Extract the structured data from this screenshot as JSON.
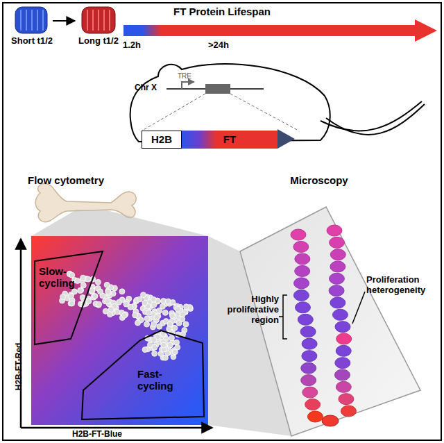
{
  "diagram": {
    "nodes": [
      {
        "text": [
          "H2B"
        ]
      },
      {
        "text": [
          "FT"
        ]
      },
      {
        "text": [
          "Slow-cycling"
        ]
      },
      {
        "text": [
          "Fast-cycling"
        ]
      }
    ],
    "labels": [
      "Short t1/2",
      "Long t1/2",
      "FT Protein Lifespan",
      "1.2h",
      ">24h",
      "Chr X",
      "TRE",
      "Flow cytometry",
      "Microscopy",
      "H2B-FT-Red",
      "H2B-FT-Blue",
      "Highly proliferative region",
      "Proliferation heterogeneity"
    ]
  }
}
